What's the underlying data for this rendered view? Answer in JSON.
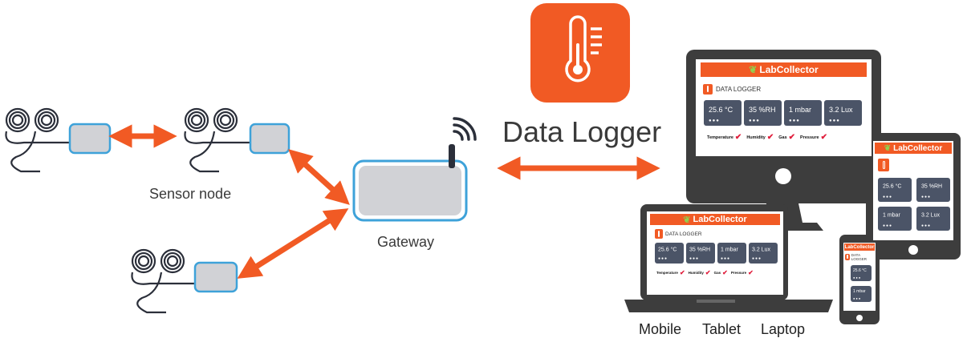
{
  "diagram": {
    "labels": {
      "sensor_node": "Sensor node",
      "gateway": "Gateway",
      "data_logger": "Data Logger",
      "mobile": "Mobile",
      "tablet": "Tablet",
      "laptop": "Laptop"
    },
    "dashboard": {
      "app_name": "LabCollector",
      "section_title": "DATA LOGGER",
      "tiles": [
        "25.6 °C",
        "35 %RH",
        "1 mbar",
        "3.2 Lux"
      ],
      "tile_dots": "●●●",
      "check_labels": [
        "Temperature",
        "Humidity",
        "Gas",
        "Pressure"
      ]
    },
    "colors": {
      "accent": "#f15a24",
      "sensor_blue": "#3ea2d9",
      "device_dark": "#3d3d3d",
      "tile_bg": "#4b5467",
      "line": "#2b2f3a"
    },
    "icons": [
      "coil-icon",
      "thermometer-icon",
      "wifi-icon",
      "check-icon",
      "leaf-icon"
    ]
  }
}
